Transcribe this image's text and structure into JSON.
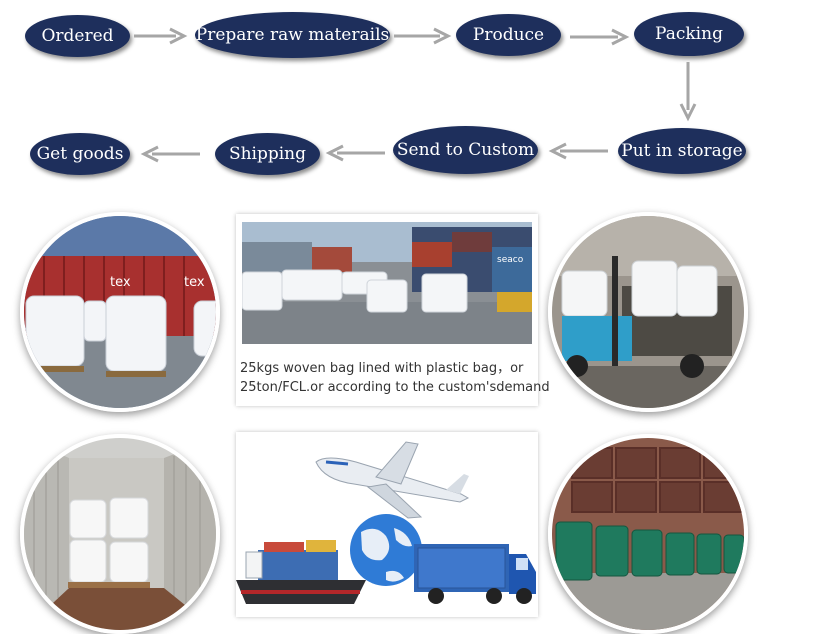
{
  "flow": {
    "steps": [
      {
        "label": "Ordered"
      },
      {
        "label": "Prepare raw materails"
      },
      {
        "label": "Produce"
      },
      {
        "label": "Packing"
      },
      {
        "label": "Put in storage"
      },
      {
        "label": "Send to Custom"
      },
      {
        "label": "Shipping"
      },
      {
        "label": "Get goods"
      }
    ]
  },
  "packaging": {
    "caption_line1": "25kgs woven bag lined with plastic bag，or",
    "caption_line2": "25ton/FCL.or according to the custom'sdemand"
  },
  "photos": {
    "container_text_1": "tex",
    "container_text_2": "tex",
    "container_text_3": "seaco"
  },
  "colors": {
    "step_fill": "#1e2f5c",
    "arrow": "#a6a6a6"
  }
}
